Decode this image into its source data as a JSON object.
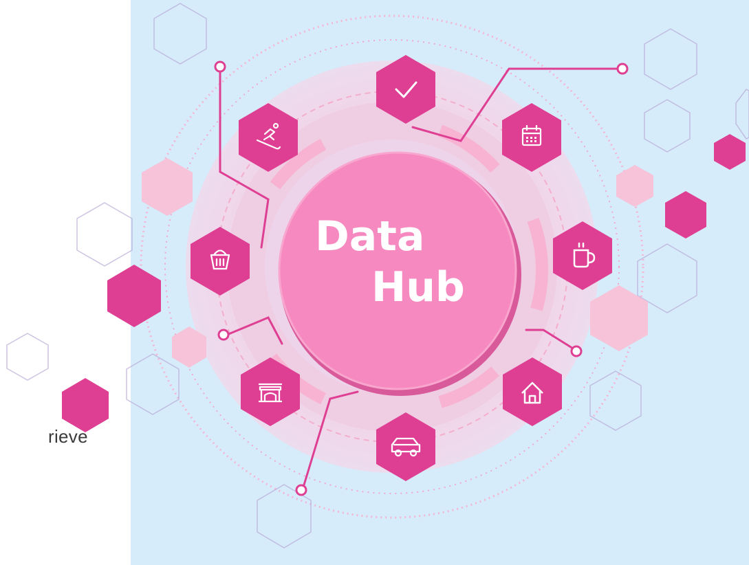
{
  "hub": {
    "line1": "Data",
    "line2": "Hub"
  },
  "side_text": "rieve",
  "colors": {
    "background": "#d6ecfa",
    "accent": "#de3f93",
    "hub_fill": "#f589c0",
    "ring_light": "#f4c9e0"
  },
  "icons": [
    "checkmark-icon",
    "calendar-icon",
    "coffee-cup-icon",
    "house-icon",
    "car-icon",
    "bridge-icon",
    "shopping-basket-icon",
    "skier-icon"
  ]
}
